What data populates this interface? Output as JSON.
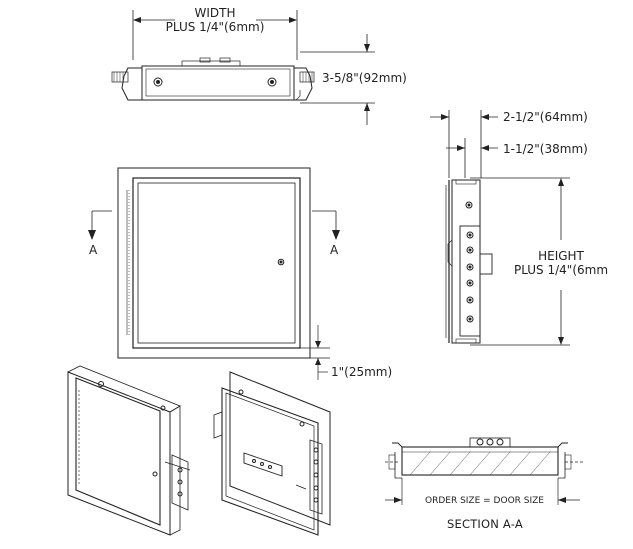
{
  "top_view": {
    "width_label_1": "WIDTH",
    "width_label_2": "PLUS 1/4\"(6mm)",
    "depth_label": "3-5/8\"(92mm)"
  },
  "side_view": {
    "dim_outer": "2-1/2\"(64mm)",
    "dim_inner": "1-1/2\"(38mm)",
    "height_label_1": "HEIGHT",
    "height_label_2": "PLUS 1/4\"(6mm"
  },
  "front_view": {
    "section_mark_left": "A",
    "section_mark_right": "A",
    "flange_label": "1\"(25mm)"
  },
  "section": {
    "order_size_label": "ORDER SIZE = DOOR SIZE",
    "title": "SECTION A-A"
  }
}
